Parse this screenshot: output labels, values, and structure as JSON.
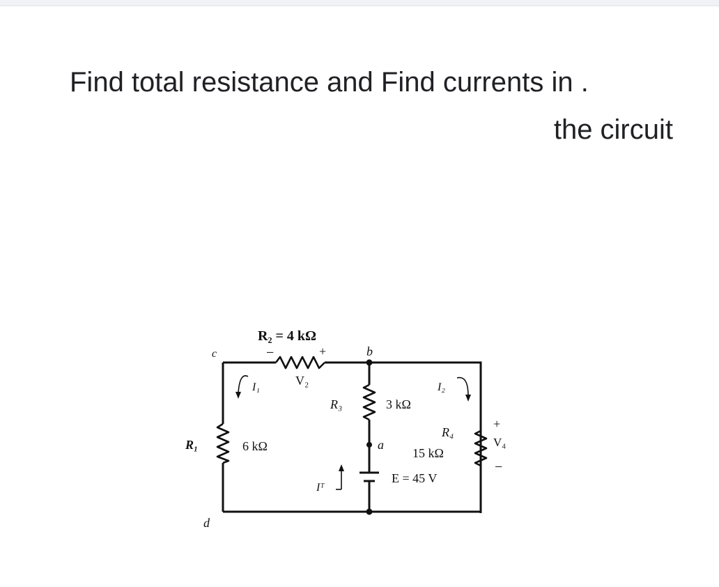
{
  "question": {
    "line1": "Find total resistance and Find currents in .",
    "line2": "the circuit"
  },
  "circuit": {
    "nodes": {
      "c": "c",
      "b": "b",
      "a": "a",
      "d": "d"
    },
    "r2_label": "R₂ = 4 kΩ",
    "v2_minus": "−",
    "v2_plus": "+",
    "v2_label": "V₂",
    "i1_label": "I₁",
    "r1_symbol": "R₁",
    "r1_value": "6 kΩ",
    "r3_symbol": "R₃",
    "r3_value": "3 kΩ",
    "i2_label": "I₂",
    "r4_symbol": "R₄",
    "r4_value": "15 kΩ",
    "v4_plus": "+",
    "v4_label": "V₄",
    "v4_minus": "−",
    "it_label": "Iᵀ",
    "e_label": "E = 45 V"
  }
}
